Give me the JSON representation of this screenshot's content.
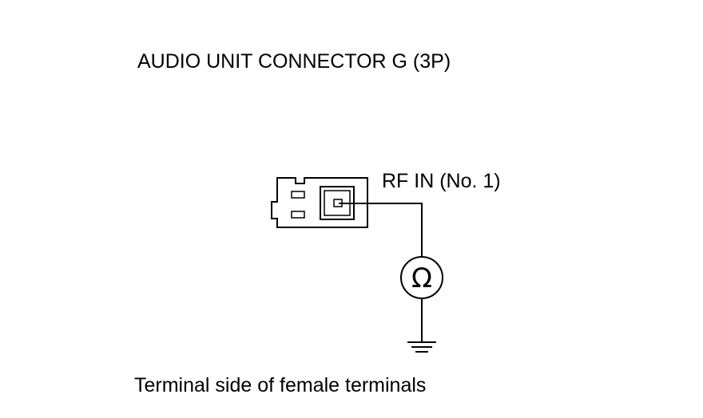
{
  "diagram": {
    "title": "AUDIO UNIT CONNECTOR G (3P)",
    "pin_label": "RF IN (No. 1)",
    "caption": "Terminal side of female terminals",
    "meter_symbol": "Ω",
    "icons": {
      "connector": "connector-face-icon",
      "ohmmeter": "ohmmeter-icon",
      "ground": "ground-icon"
    }
  }
}
